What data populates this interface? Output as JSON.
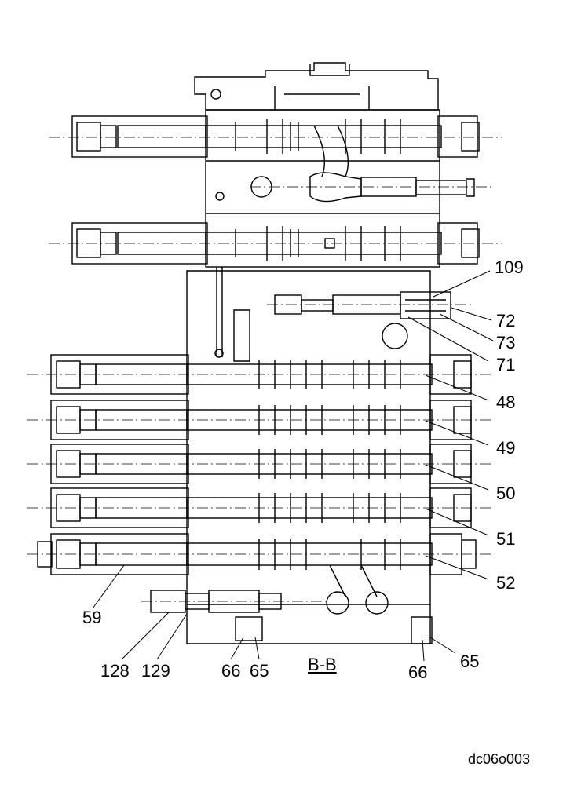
{
  "section_label": "B-B",
  "drawing_code": "dc06o003",
  "callouts": {
    "c109": "109",
    "c72": "72",
    "c73": "73",
    "c71": "71",
    "c48": "48",
    "c49": "49",
    "c50": "50",
    "c51": "51",
    "c52": "52",
    "c59": "59",
    "c128": "128",
    "c129": "129",
    "c66a": "66",
    "c65a": "65",
    "c66b": "66",
    "c65b": "65"
  }
}
